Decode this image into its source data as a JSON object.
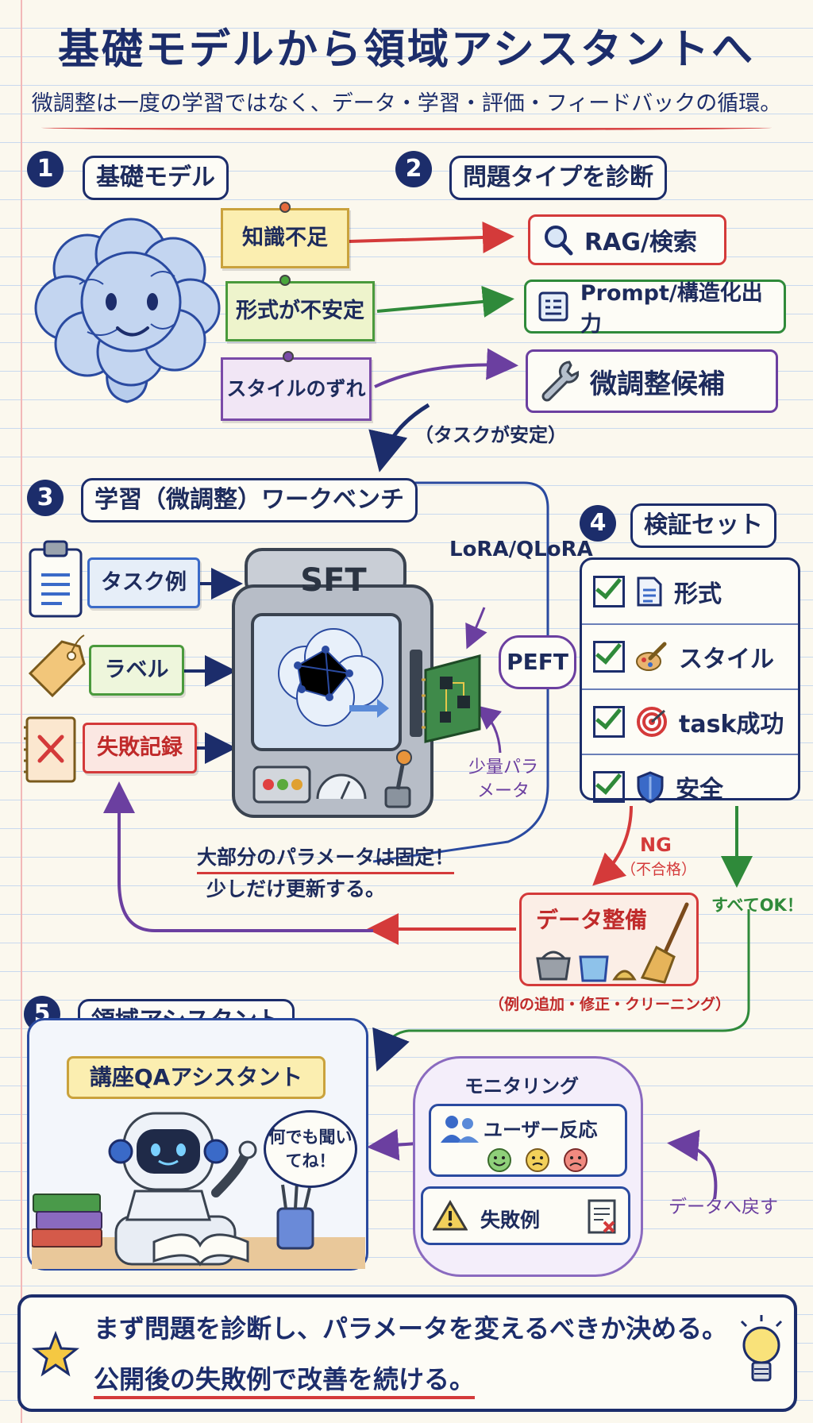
{
  "title": "基礎モデルから領域アシスタントへ",
  "subtitle": "微調整は一度の学習ではなく、データ・学習・評価・フィードバックの循環。",
  "steps": {
    "s1": {
      "num": "1",
      "label": "基礎モデル"
    },
    "s2": {
      "num": "2",
      "label": "問題タイプを診断"
    },
    "s3": {
      "num": "3",
      "label": "学習（微調整）ワークベンチ"
    },
    "s4": {
      "num": "4",
      "label": "検証セット"
    },
    "s5": {
      "num": "5",
      "label": "領域アシスタント"
    }
  },
  "diagnosis": {
    "problems": [
      "知識不足",
      "形式が不安定",
      "スタイルのずれ"
    ],
    "solutions": [
      "RAG/検索",
      "Prompt/構造化出力",
      "微調整候補"
    ],
    "task_stable": "（タスクが安定）"
  },
  "workbench": {
    "inputs": [
      "タスク例",
      "ラベル",
      "失敗記録"
    ],
    "machine_label": "SFT",
    "lora": "LoRA/QLoRA",
    "peft": "PEFT",
    "few_params": "少量パラメータ",
    "note_line1": "大部分のパラメータは固定！",
    "note_line2": "少しだけ更新する。"
  },
  "validation": {
    "items": [
      "形式",
      "スタイル",
      "task成功",
      "安全"
    ]
  },
  "flow": {
    "ng": "NG",
    "ng_sub": "（不合格）",
    "all_ok": "すべてOK！",
    "data_prep": "データ整備",
    "data_prep_sub": "（例の追加・修正・クリーニング）"
  },
  "assistant": {
    "name": "講座QAアシスタント",
    "speech": "何でも聞いてね！"
  },
  "monitoring": {
    "title": "モニタリング",
    "user_feedback": "ユーザー反応",
    "failures": "失敗例",
    "back_to_data": "データへ戻す"
  },
  "summary": {
    "line1": "まず問題を診断し、パラメータを変えるべきか決める。",
    "line2": "公開後の失敗例で改善を続ける。"
  }
}
